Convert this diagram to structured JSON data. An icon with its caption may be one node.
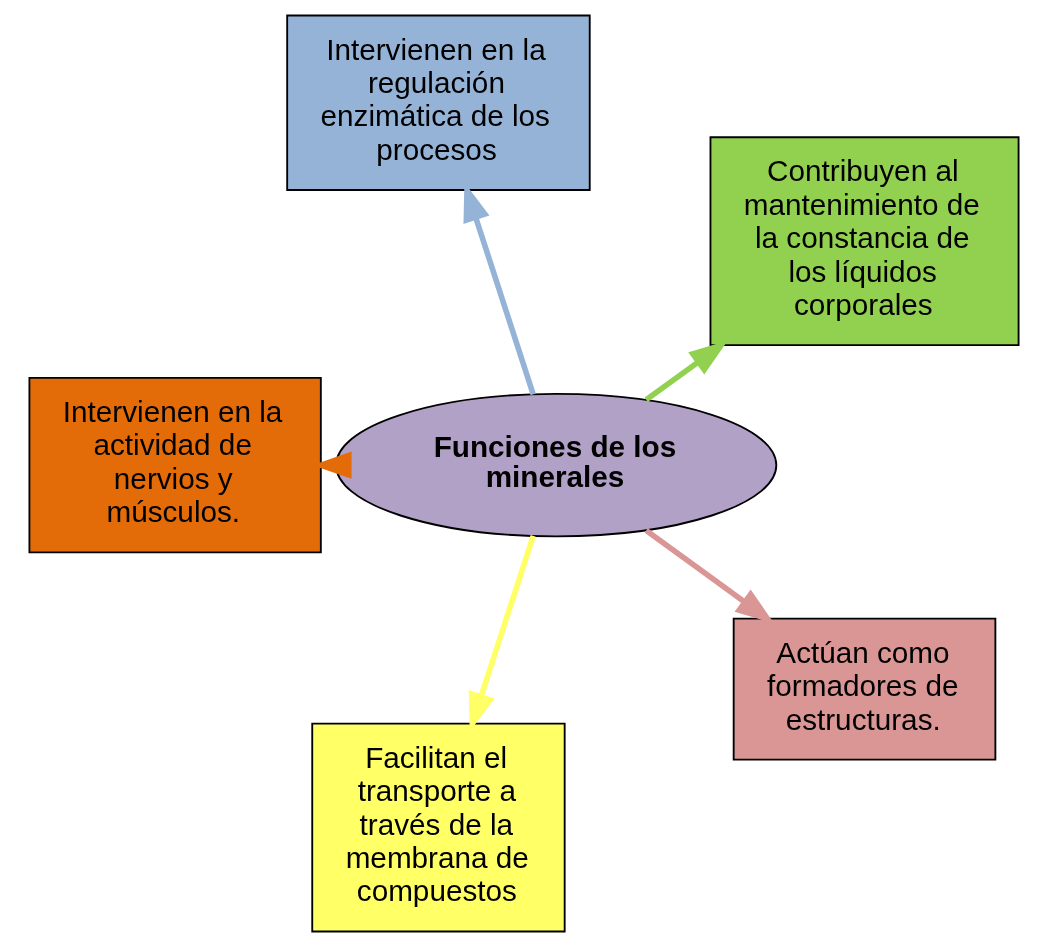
{
  "diagram": {
    "nodes": [
      {
        "text": [
          "Contribuyen al mantenimiento de la constancia de los líquidos corporales"
        ]
      },
      {
        "text": [
          "Intervienen en la regulación enzimática de los procesos"
        ]
      },
      {
        "text": [
          "Funciones de los minerales"
        ]
      },
      {
        "text": [
          "Intervienen en la actividad de nervios y músculos."
        ]
      },
      {
        "text": [
          "Facilitan el transporte a través de la membrana de compuestos"
        ]
      },
      {
        "text": [
          "Actúan como formadores de estructuras."
        ]
      }
    ],
    "edges": [
      {
        "from": 2,
        "to": 0,
        "arrow": "to",
        "color": "#92d050"
      },
      {
        "from": 2,
        "to": 1,
        "arrow": "to",
        "color": "#95b3d7"
      },
      {
        "from": 2,
        "to": 3,
        "arrow": "to",
        "color": "#e36c09"
      },
      {
        "from": 2,
        "to": 4,
        "arrow": "to",
        "color": "#ffff66"
      },
      {
        "from": 2,
        "to": 5,
        "arrow": "to",
        "color": "#d99694"
      }
    ]
  }
}
